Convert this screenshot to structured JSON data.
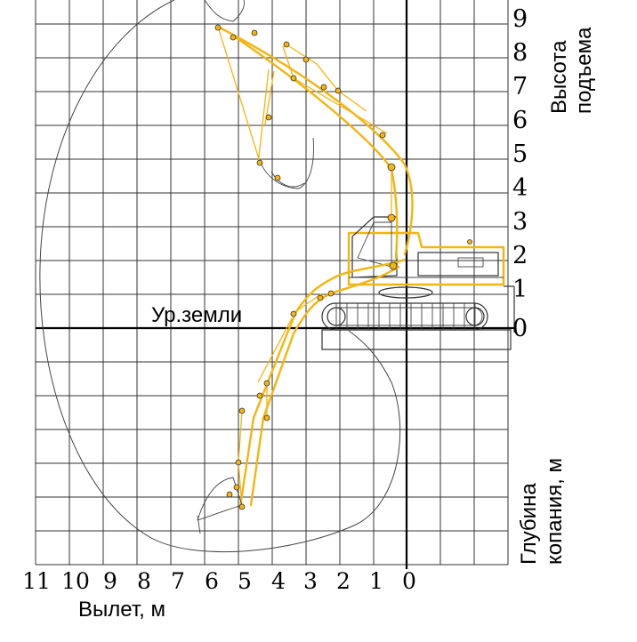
{
  "labels": {
    "ground_level": "Ур.земли",
    "reach_axis": "Вылет, м",
    "height_axis_line1": "Высота",
    "height_axis_line2": "подъема",
    "depth_axis_line1": "Глубина",
    "depth_axis_line2": "копания, м"
  },
  "height_ticks": [
    "0",
    "1",
    "2",
    "3",
    "4",
    "5",
    "6",
    "7",
    "8",
    "9"
  ],
  "reach_ticks": [
    "11",
    "10",
    "9",
    "8",
    "7",
    "6",
    "5",
    "4",
    "3",
    "2",
    "1",
    "0"
  ],
  "colors": {
    "machine": "#f5b50f",
    "grid": "#333333",
    "outline": "#444444"
  }
}
